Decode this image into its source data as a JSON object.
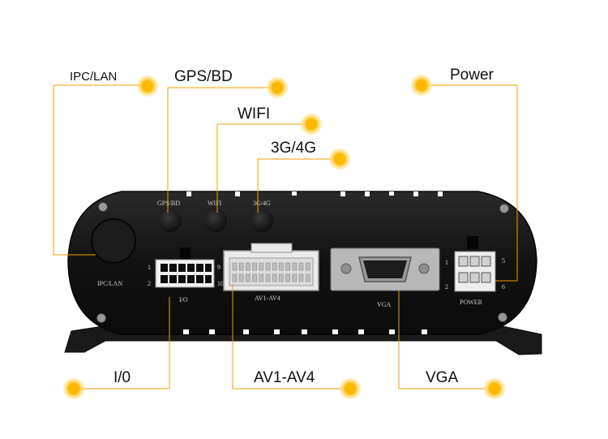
{
  "callouts": {
    "ipc_lan": "IPC/LAN",
    "gps_bd": "GPS/BD",
    "wifi": "WIFI",
    "g3_4g": "3G/4G",
    "power": "Power",
    "io": "I/0",
    "av": "AV1-AV4",
    "vga": "VGA"
  },
  "panel_labels": {
    "gps_bd": "GPS/BD",
    "wifi": "WIFI",
    "g3_4g": "3G/4G",
    "ipc_lan": "IPC/LAN",
    "io": "I/O",
    "av": "AV1-AV4",
    "vga": "VGA",
    "power": "POWER",
    "io_pin_1": "1",
    "io_pin_2": "2",
    "io_pin_9": "9",
    "io_pin_10": "10",
    "pwr_pin_1": "1",
    "pwr_pin_2": "2",
    "pwr_pin_5": "5",
    "pwr_pin_6": "6"
  },
  "colors": {
    "leader_line": "#f0a000",
    "dot": "#fbb800",
    "device_body": "#141414"
  }
}
